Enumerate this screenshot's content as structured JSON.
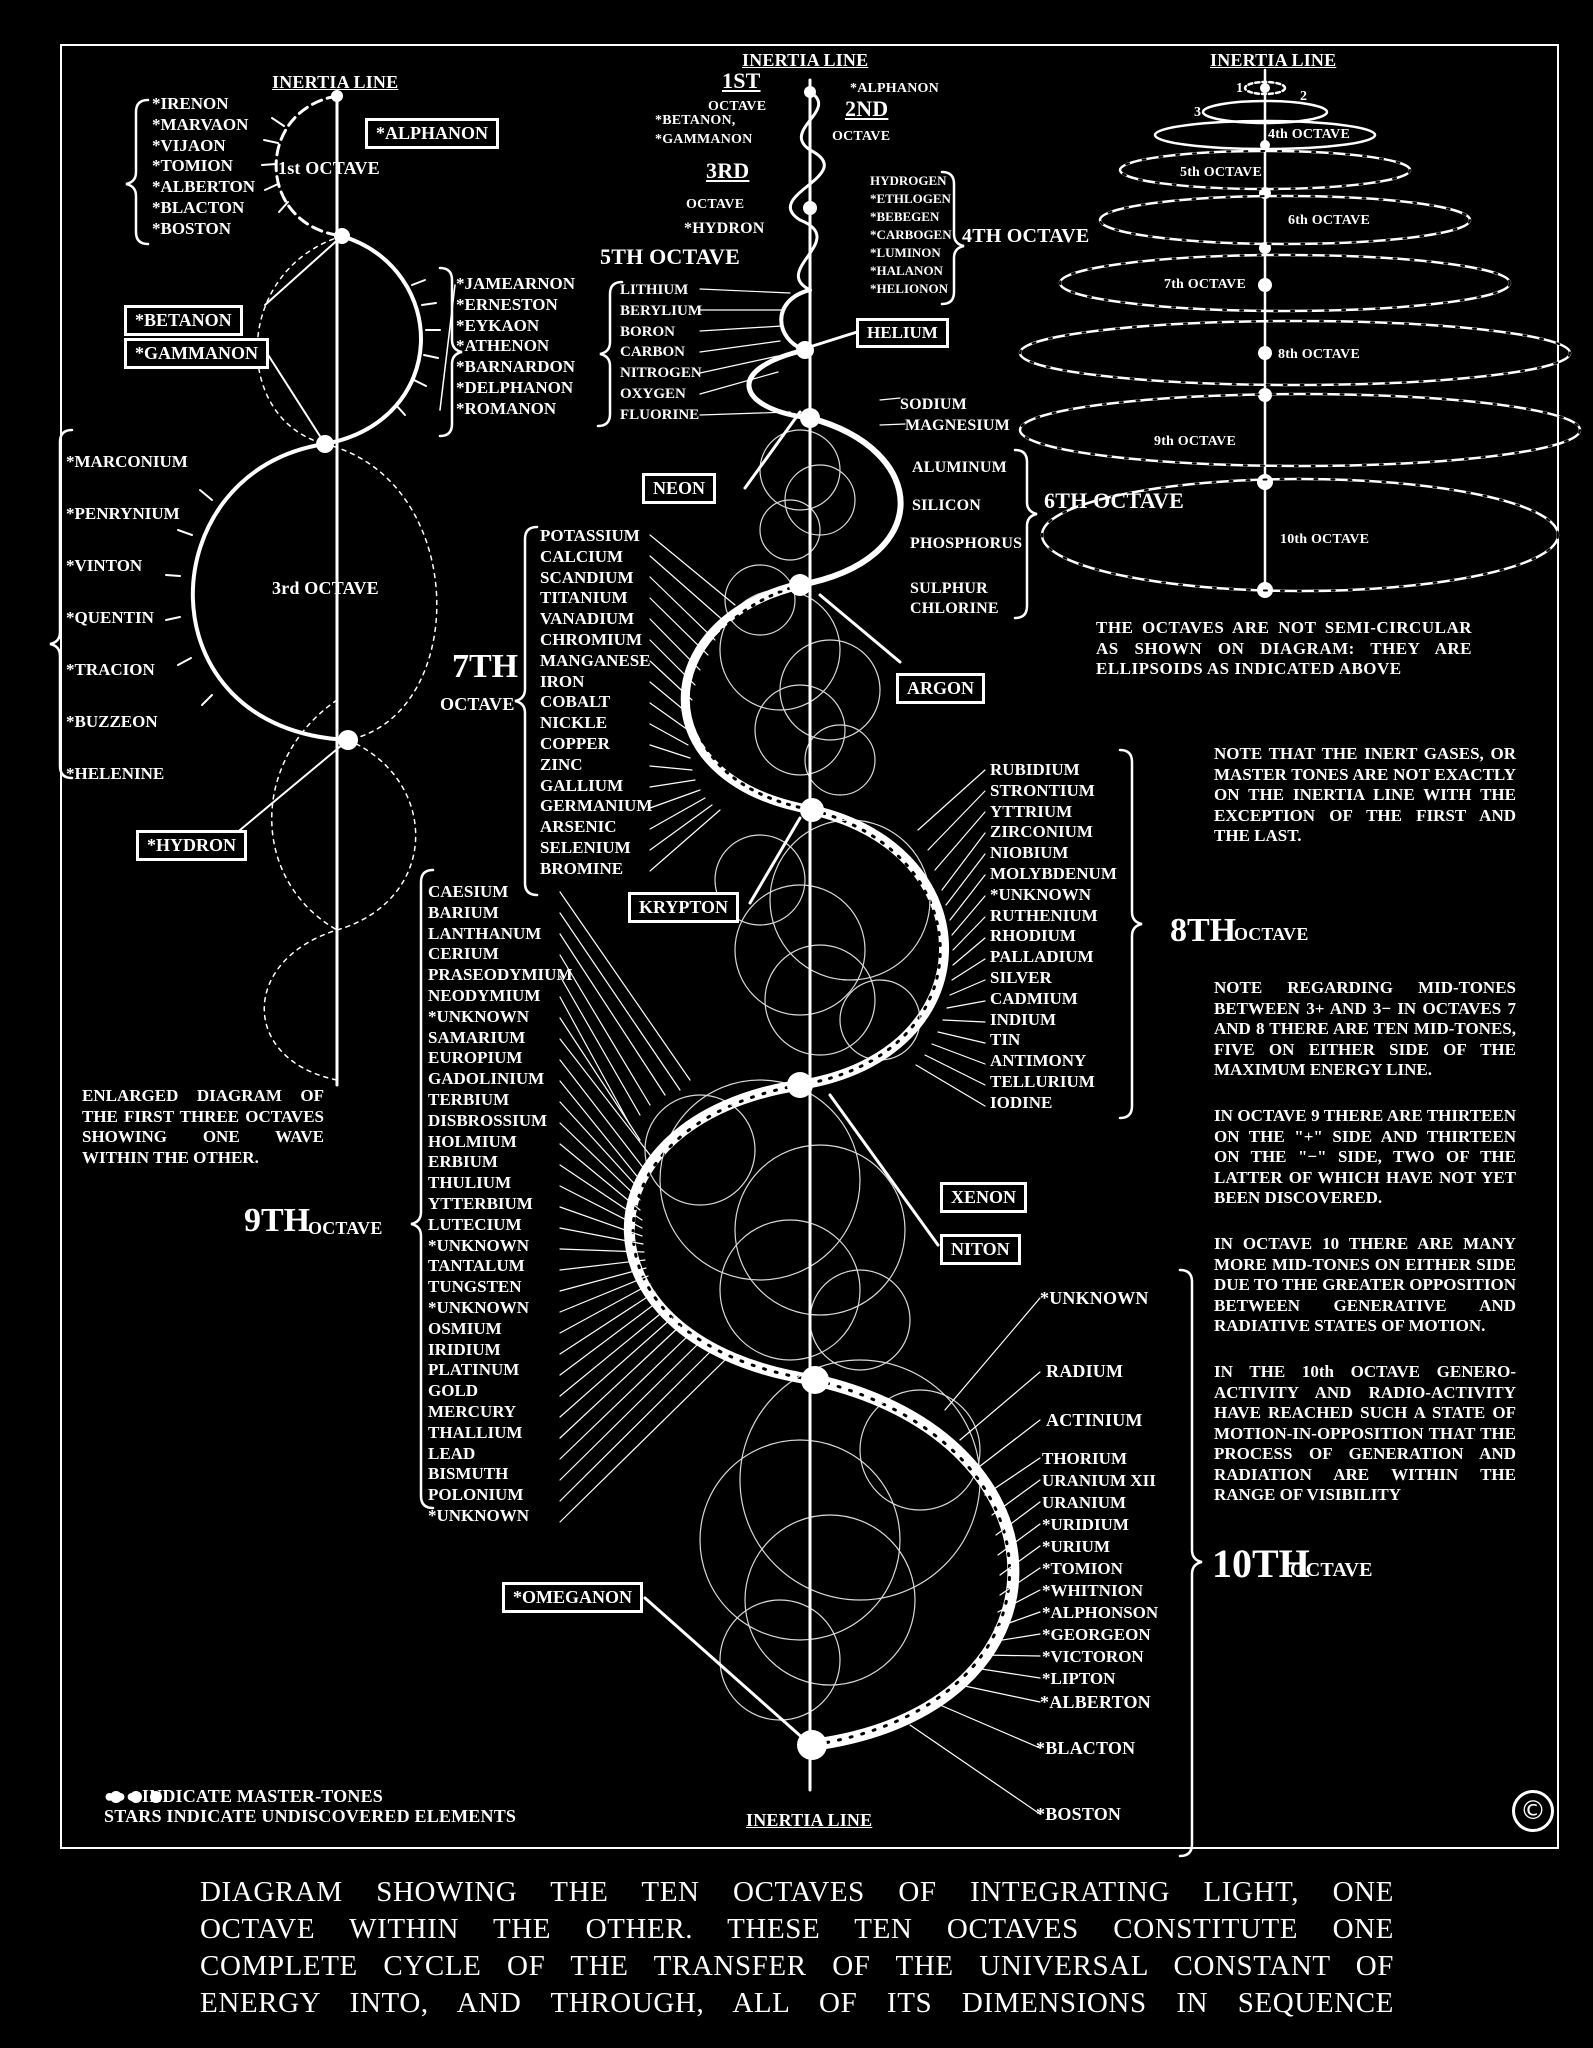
{
  "inertia_line": "INERTIA LINE",
  "enlarged": {
    "left_group": [
      "*IRENON",
      "*MARVAON",
      "*VIJAON",
      "*TOMION",
      "*ALBERTON",
      "*BLACTON",
      "*BOSTON"
    ],
    "alphanon": "*ALPHANON",
    "first_octave": "1st OCTAVE",
    "betanon": "*BETANON",
    "gammanon": "*GAMMANON",
    "right_group": [
      "*JAMEARNON",
      "*ERNESTON",
      "*EYKAON",
      "*ATHENON",
      "*BARNARDON",
      "*DELPHANON",
      "*ROMANON"
    ],
    "third_group": [
      "*MARCONIUM",
      "*PENRYNIUM",
      "*VINTON",
      "*QUENTIN",
      "*TRACION",
      "*BUZZEON",
      "*HELENINE"
    ],
    "third_octave": "3rd OCTAVE",
    "hydron": "*HYDRON",
    "caption": "ENLARGED DIAGRAM OF THE FIRST THREE OCTAVES SHOWING ONE WAVE WITHIN THE OTHER."
  },
  "main": {
    "o1": "1ST",
    "octave": "OCTAVE",
    "o2": "2ND",
    "o3": "3RD",
    "alphanon": "*ALPHANON",
    "betanon": "*BETANON,",
    "gammanon": "*GAMMANON",
    "hydron": "*HYDRON",
    "o4_elements": [
      "HYDROGEN",
      "*ETHLOGEN",
      "*BEBEGEN",
      "*CARBOGEN",
      "*LUMINON",
      "*HALANON",
      "*HELIONON"
    ],
    "o4_label": "4TH OCTAVE",
    "helium": "HELIUM",
    "o5_label": "5TH OCTAVE",
    "o5_elements": [
      "LITHIUM",
      "BERYLIUM",
      "BORON",
      "CARBON",
      "NITROGEN",
      "OXYGEN",
      "FLUORINE"
    ],
    "neon": "NEON",
    "o6_elements": [
      "SODIUM",
      "MAGNESIUM",
      "ALUMINUM",
      "SILICON",
      "PHOSPHORUS",
      "SULPHUR",
      "CHLORINE"
    ],
    "o6_label": "6TH OCTAVE",
    "argon": "ARGON",
    "o7_label": "7TH",
    "o7_word": "OCTAVE",
    "o7_elements": [
      "POTASSIUM",
      "CALCIUM",
      "SCANDIUM",
      "TITANIUM",
      "VANADIUM",
      "CHROMIUM",
      "MANGANESE",
      "IRON",
      "COBALT",
      "NICKLE",
      "COPPER",
      "ZINC",
      "GALLIUM",
      "GERMANIUM",
      "ARSENIC",
      "SELENIUM",
      "BROMINE"
    ],
    "krypton": "KRYPTON",
    "o8_elements": [
      "RUBIDIUM",
      "STRONTIUM",
      "YTTRIUM",
      "ZIRCONIUM",
      "NIOBIUM",
      "MOLYBDENUM",
      "*UNKNOWN",
      "RUTHENIUM",
      "RHODIUM",
      "PALLADIUM",
      "SILVER",
      "CADMIUM",
      "INDIUM",
      "TIN",
      "ANTIMONY",
      "TELLURIUM",
      "IODINE"
    ],
    "o8_label": "8TH",
    "o8_word": "OCTAVE",
    "o9_elements": [
      "CAESIUM",
      "BARIUM",
      "LANTHANUM",
      "CERIUM",
      "PRASEODYMIUM",
      "NEODYMIUM",
      "*UNKNOWN",
      "SAMARIUM",
      "EUROPIUM",
      "GADOLINIUM",
      "TERBIUM",
      "DISBROSSIUM",
      "HOLMIUM",
      "ERBIUM",
      "THULIUM",
      "YTTERBIUM",
      "LUTECIUM",
      "*UNKNOWN",
      "TANTALUM",
      "TUNGSTEN",
      "*UNKNOWN",
      "OSMIUM",
      "IRIDIUM",
      "PLATINUM",
      "GOLD",
      "MERCURY",
      "THALLIUM",
      "LEAD",
      "BISMUTH",
      "POLONIUM",
      "*UNKNOWN"
    ],
    "o9_label": "9TH",
    "o9_word": "OCTAVE",
    "xenon": "XENON",
    "niton": "NITON",
    "o10_elements": [
      "*UNKNOWN",
      "RADIUM",
      "ACTINIUM",
      "THORIUM",
      "URANIUM XII",
      "URANIUM",
      "*URIDIUM",
      "*URIUM",
      "*TOMION",
      "*WHITNION",
      "*ALPHONSON",
      "*GEORGEON",
      "*VICTORON",
      "*LIPTON",
      "*ALBERTON",
      "*BLACTON",
      "*BOSTON"
    ],
    "o10_label": "10TH",
    "o10_word": "OCTAVE",
    "omeganon": "*OMEGANON"
  },
  "ellipsoids": {
    "n1": "1",
    "n2": "2",
    "n3": "3",
    "labels": [
      "4th OCTAVE",
      "5th OCTAVE",
      "6th OCTAVE",
      "7th OCTAVE",
      "8th OCTAVE",
      "9th OCTAVE",
      "10th OCTAVE"
    ],
    "note": "THE OCTAVES ARE NOT SEMI-CIRCULAR AS SHOWN ON DIAGRAM: THEY ARE ELLIPSOIDS AS INDICATED ABOVE"
  },
  "notes": {
    "inert": "NOTE THAT THE INERT GASES, OR MASTER TONES ARE NOT EXACTLY ON THE INERTIA LINE WITH THE EXCEPTION OF THE FIRST AND THE LAST.",
    "midtones": "NOTE REGARDING MID-TONES BETWEEN 3+ AND 3− IN OCTAVES 7 AND 8 THERE ARE TEN MID-TONES, FIVE ON EITHER SIDE OF THE MAXIMUM ENERGY LINE.",
    "octave9": "IN OCTAVE 9 THERE ARE THIRTEEN ON THE \"+\" SIDE AND THIRTEEN ON THE \"−\" SIDE, TWO OF THE LATTER OF WHICH HAVE NOT YET BEEN DISCOVERED.",
    "octave10": "IN OCTAVE 10 THERE ARE MANY MORE MID-TONES ON EITHER SIDE DUE TO THE GREATER OPPOSITION BETWEEN GENERATIVE AND RADIATIVE STATES OF MOTION.",
    "tenth": "IN THE 10th OCTAVE GENERO-ACTIVITY AND RADIO-ACTIVITY HAVE REACHED SUCH A STATE OF MOTION-IN-OPPOSITION THAT THE PROCESS OF GENERATION AND RADIATION ARE WITHIN THE RANGE OF VISIBILITY"
  },
  "legend": {
    "line1": "●●● INDICATE MASTER-TONES",
    "line2": "STARS INDICATE UNDISCOVERED ELEMENTS"
  },
  "copyright": "©",
  "caption": [
    "DIAGRAM SHOWING THE TEN OCTAVES OF INTEGRATING LIGHT, ONE",
    "OCTAVE WITHIN THE OTHER. THESE TEN OCTAVES CONSTITUTE ONE",
    "COMPLETE CYCLE OF THE TRANSFER OF THE UNIVERSAL CONSTANT OF",
    "ENERGY INTO, AND THROUGH, ALL OF ITS DIMENSIONS IN SEQUENCE"
  ]
}
